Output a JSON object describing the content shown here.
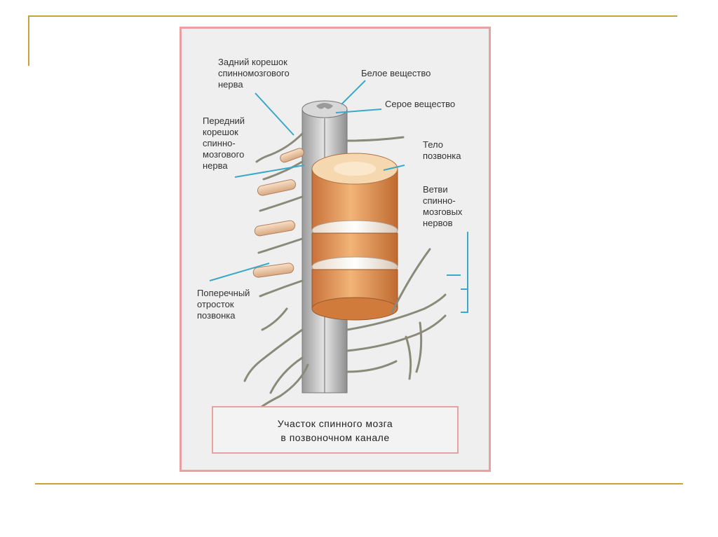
{
  "diagram": {
    "labels": {
      "posterior_root": "Задний корешок\nспинномозгового\nнерва",
      "white_matter": "Белое вещество",
      "gray_matter": "Серое вещество",
      "anterior_root": "Передний\nкорешок\nспинно-\nмозгового\nнерва",
      "vertebra_body": "Тело\nпозвонка",
      "nerve_branches": "Ветви\nспинно-\nмозговых\nнервов",
      "transverse_process": "Поперечный\nотросток\nпозвонка"
    },
    "caption": "Участок спинного мозга\nв позвоночном канале"
  },
  "colors": {
    "accent_rule": "#c9a23a",
    "figure_border": "#e8a0a0",
    "pointer_line": "#3aa8c8",
    "vertebra": "#e8a060",
    "spinal_cord": "#cfcfcf"
  }
}
